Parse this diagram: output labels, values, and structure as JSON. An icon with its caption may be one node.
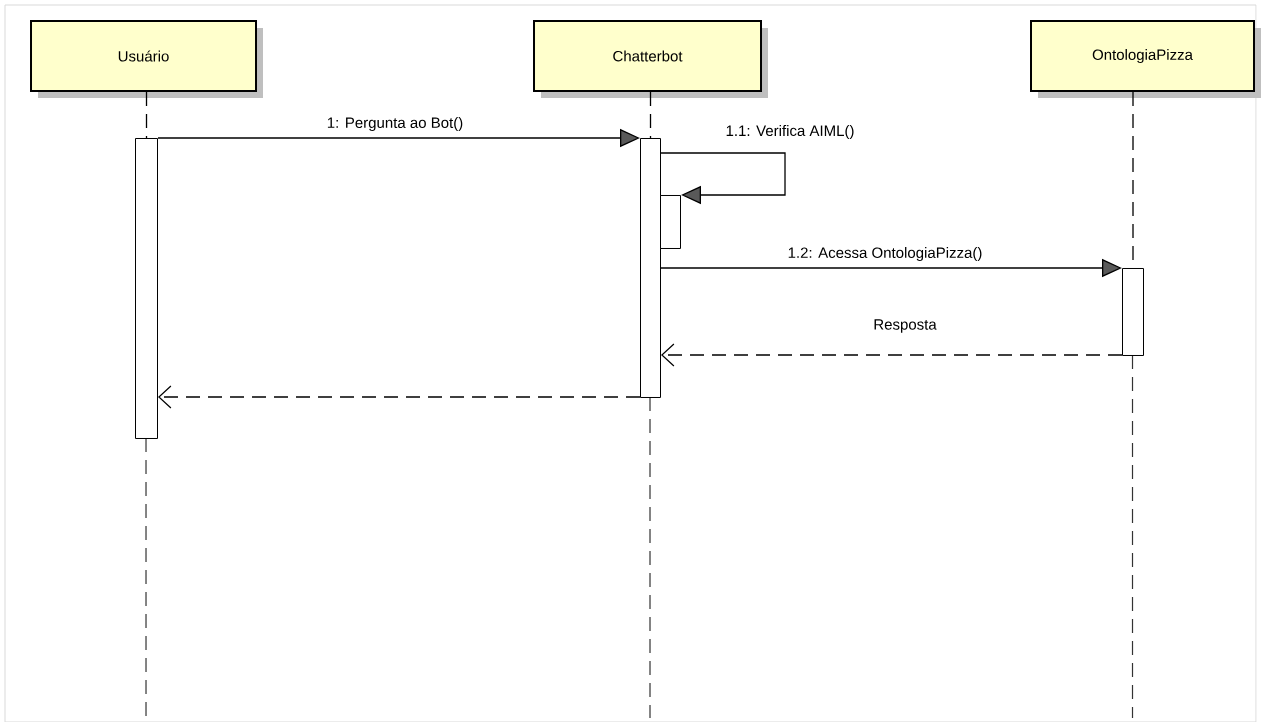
{
  "diagram": {
    "nodes": [
      {
        "text": [
          "Usuário"
        ]
      },
      {
        "text": [
          "Chatterbot"
        ]
      },
      {
        "text": [
          "OntologiaPizza"
        ]
      },
      {
        "text": [],
        "shape": "bar"
      },
      {
        "text": [],
        "shape": "bar"
      },
      {
        "text": [],
        "shape": "bar"
      },
      {
        "text": [],
        "shape": "bar"
      }
    ],
    "edges": [
      {
        "from": 0,
        "to": 3,
        "arrow": "none",
        "style": "dashed"
      },
      {
        "from": 1,
        "to": 4,
        "arrow": "none",
        "style": "dashed"
      },
      {
        "from": 2,
        "to": 6,
        "arrow": "none",
        "style": "dashed"
      },
      {
        "from": 3,
        "to": 4,
        "arrow": "to",
        "label": "1: Pergunta ao Bot()"
      },
      {
        "from": 4,
        "to": 5,
        "arrow": "to",
        "label": "1.1: Verifica AIML()"
      },
      {
        "from": 4,
        "to": 6,
        "arrow": "to",
        "label": "1.2: Acessa OntologiaPizza()"
      },
      {
        "from": 6,
        "to": 4,
        "arrow": "to",
        "label": "Resposta",
        "style": "dashed"
      },
      {
        "from": 4,
        "to": 3,
        "arrow": "to",
        "style": "dashed"
      }
    ]
  }
}
